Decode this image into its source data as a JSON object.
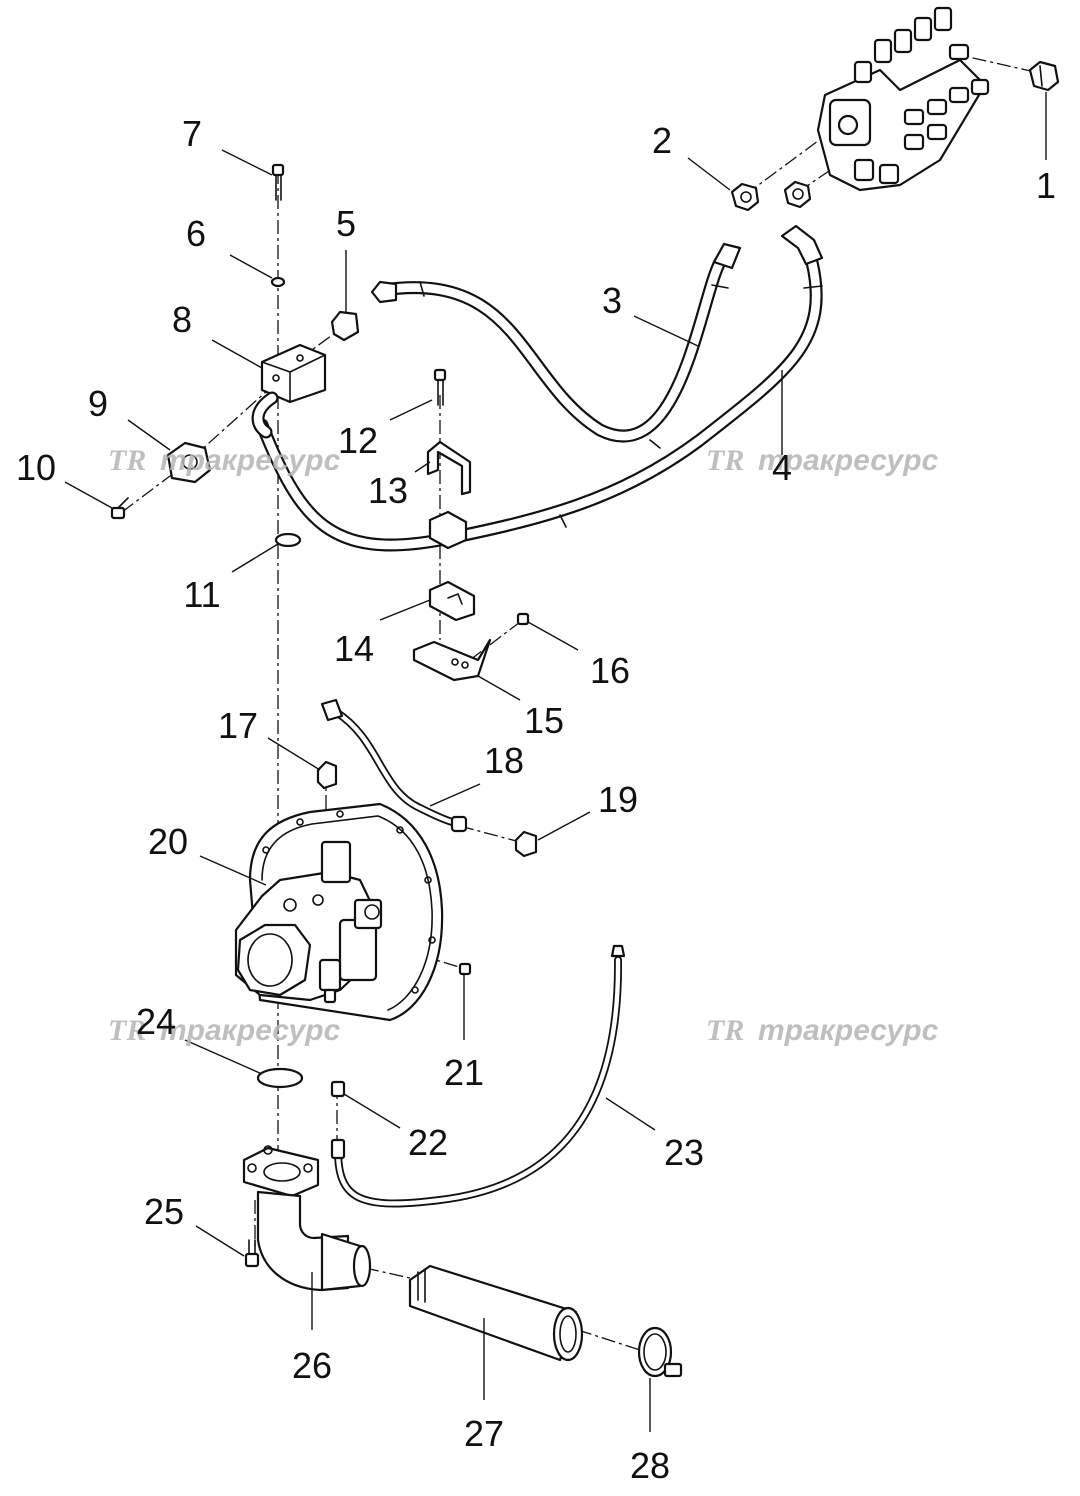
{
  "callouts": [
    "1",
    "2",
    "3",
    "4",
    "5",
    "6",
    "7",
    "8",
    "9",
    "10",
    "11",
    "12",
    "13",
    "14",
    "15",
    "16",
    "17",
    "18",
    "19",
    "20",
    "21",
    "22",
    "23",
    "24",
    "25",
    "26",
    "27",
    "28"
  ],
  "watermark": {
    "logo": "TR",
    "text": "тракресурс"
  }
}
